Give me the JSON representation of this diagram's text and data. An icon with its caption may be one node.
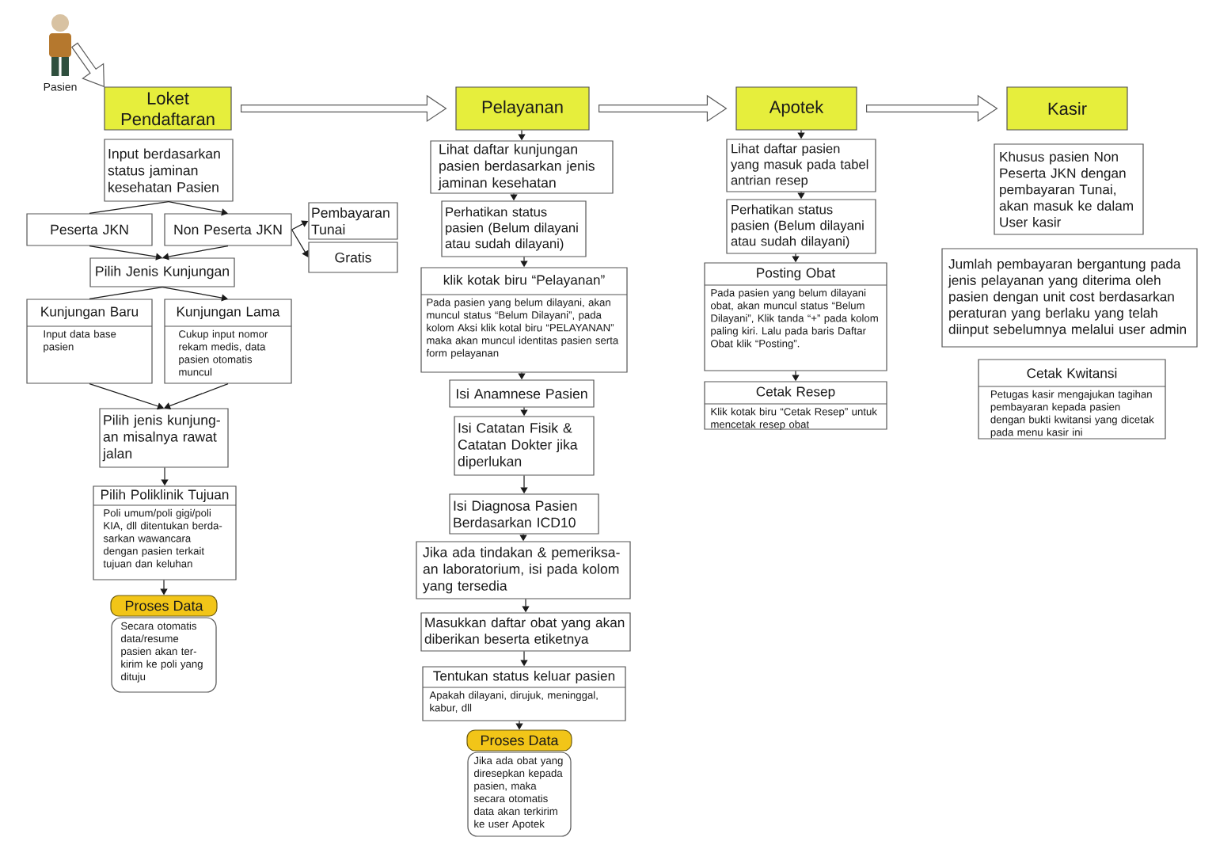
{
  "diagram": {
    "nodes": [
      {
        "text": [],
        "shape": "person",
        "beside": [
          "Pasien"
        ]
      },
      {
        "text": [
          "Loket Pendaftaran"
        ]
      },
      {
        "text": [
          "Input berdasarkan status jaminan kesehatan Pasien"
        ]
      },
      {
        "text": [
          "Peserta JKN"
        ]
      },
      {
        "text": [
          "Non Peserta JKN"
        ]
      },
      {
        "text": [
          "Pembayaran Tunai"
        ]
      },
      {
        "text": [
          "Gratis"
        ]
      },
      {
        "text": [
          "Pilih Jenis Kunjungan"
        ]
      },
      {
        "text": [
          "Kunjungan Baru",
          "Input data base pasien"
        ]
      },
      {
        "text": [
          "Kunjungan Lama",
          "Cukup input nomor rekam medis, data pasien otomatis muncul"
        ]
      },
      {
        "text": [
          "Pilih jenis kunjung- an misalnya rawat jalan"
        ]
      },
      {
        "text": [
          "Pilih Poliklinik Tujuan",
          "Poli umum/poli gigi/poli KIA, dll ditentukan berda- sarkan wawancara dengan pasien terkait tujuan dan keluhan"
        ]
      },
      {
        "text": [
          "Proses Data",
          "Secara otomatis data/resume pasien akan ter- kirim ke poli yang dituju"
        ]
      },
      {
        "text": [
          "Pelayanan"
        ]
      },
      {
        "text": [
          "Lihat daftar kunjungan pasien berdasarkan jenis jaminan kesehatan"
        ]
      },
      {
        "text": [
          "Perhatikan status pasien (Belum dilayani atau sudah dilayani)"
        ]
      },
      {
        "text": [
          "klik kotak biru “Pelayanan”",
          "Pada pasien yang belum dilayani, akan muncul status “Belum Dilayani”, pada kolom Aksi klik kotal biru “PELAYANAN” maka akan muncul identitas pasien serta form pelayanan"
        ]
      },
      {
        "text": [
          "Isi Anamnese Pasien"
        ]
      },
      {
        "text": [
          "Isi Catatan Fisik & Catatan Dokter jika diperlukan"
        ]
      },
      {
        "text": [
          "Isi Diagnosa Pasien Berdasarkan ICD10"
        ]
      },
      {
        "text": [
          "Jika ada tindakan & pemeriksa- an laboratorium, isi pada kolom yang tersedia"
        ]
      },
      {
        "text": [
          "Masukkan daftar obat yang akan diberikan beserta etiketnya"
        ]
      },
      {
        "text": [
          "Tentukan status keluar pasien",
          "Apakah dilayani, dirujuk, meninggal, kabur, dll"
        ]
      },
      {
        "text": [
          "Proses Data",
          "Jika ada obat yang diresepkan kepada pasien, maka secara otomatis data akan terkirim ke user Apotek"
        ]
      },
      {
        "text": [
          "Apotek"
        ]
      },
      {
        "text": [
          "Lihat daftar pasien yang masuk pada tabel antrian resep"
        ]
      },
      {
        "text": [
          "Perhatikan status pasien (Belum dilayani atau sudah dilayani)"
        ]
      },
      {
        "text": [
          "Posting Obat",
          "Pada pasien yang belum dilayani obat, akan muncul status “Belum Dilayani”, Klik tanda “+” pada kolom paling kiri. Lalu pada baris Daftar Obat klik “Posting”."
        ]
      },
      {
        "text": [
          "Cetak Resep",
          "Klik kotak biru “Cetak Resep” untuk mencetak resep obat"
        ]
      },
      {
        "text": [
          "Kasir"
        ]
      },
      {
        "text": [
          "Khusus pasien Non Peserta JKN dengan pembayaran Tunai, akan masuk ke dalam User kasir"
        ]
      },
      {
        "text": [
          "Jumlah pembayaran bergantung pada jenis pelayanan yang diterima oleh pasien dengan unit cost berdasarkan peraturan yang berlaku yang telah diinput sebelumnya melalui user admin"
        ]
      },
      {
        "text": [
          "Cetak Kwitansi",
          "Petugas kasir mengajukan tagihan pembayaran kepada pasien dengan bukti kwitansi yang dicetak pada menu kasir ini"
        ]
      }
    ],
    "edges": [
      {
        "from": 0,
        "to": 1,
        "arrow": "to",
        "style": "thick"
      },
      {
        "from": 1,
        "to": 13,
        "arrow": "to",
        "style": "thick"
      },
      {
        "from": 13,
        "to": 24,
        "arrow": "to",
        "style": "thick"
      },
      {
        "from": 24,
        "to": 29,
        "arrow": "to",
        "style": "thick"
      },
      {
        "from": 2,
        "to": 3,
        "arrow": "none"
      },
      {
        "from": 2,
        "to": 4,
        "arrow": "to"
      },
      {
        "from": 4,
        "to": 5,
        "arrow": "to"
      },
      {
        "from": 4,
        "to": 6,
        "arrow": "to"
      },
      {
        "from": 3,
        "to": 7,
        "arrow": "to"
      },
      {
        "from": 4,
        "to": 7,
        "arrow": "to"
      },
      {
        "from": 7,
        "to": 8,
        "arrow": "none"
      },
      {
        "from": 7,
        "to": 9,
        "arrow": "to"
      },
      {
        "from": 8,
        "to": 10,
        "arrow": "to"
      },
      {
        "from": 9,
        "to": 10,
        "arrow": "to"
      },
      {
        "from": 10,
        "to": 11,
        "arrow": "to"
      },
      {
        "from": 11,
        "to": 12,
        "arrow": "to"
      },
      {
        "from": 13,
        "to": 14,
        "arrow": "to"
      },
      {
        "from": 14,
        "to": 15,
        "arrow": "to"
      },
      {
        "from": 15,
        "to": 16,
        "arrow": "to"
      },
      {
        "from": 16,
        "to": 17,
        "arrow": "to"
      },
      {
        "from": 17,
        "to": 18,
        "arrow": "to"
      },
      {
        "from": 18,
        "to": 19,
        "arrow": "to"
      },
      {
        "from": 19,
        "to": 20,
        "arrow": "to"
      },
      {
        "from": 20,
        "to": 21,
        "arrow": "to"
      },
      {
        "from": 21,
        "to": 22,
        "arrow": "to"
      },
      {
        "from": 22,
        "to": 23,
        "arrow": "to"
      },
      {
        "from": 24,
        "to": 25,
        "arrow": "to"
      },
      {
        "from": 25,
        "to": 26,
        "arrow": "to"
      },
      {
        "from": 26,
        "to": 27,
        "arrow": "to"
      },
      {
        "from": 27,
        "to": 28,
        "arrow": "to"
      }
    ]
  }
}
